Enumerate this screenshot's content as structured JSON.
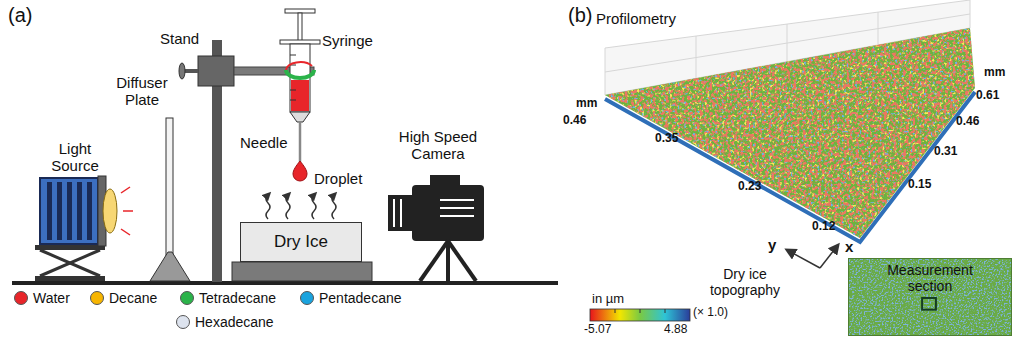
{
  "diagram": {
    "nodes": [
      {
        "text": [
          "Dry Ice"
        ]
      },
      {
        "text": [
          "Measurement section"
        ]
      }
    ],
    "labels": [
      "(a)",
      "Stand",
      "Syringe",
      "Diffuser Plate",
      "Needle",
      "Droplet",
      "Light Source",
      "High Speed Camera",
      "(b)",
      "Profilometry",
      "mm",
      "0.61",
      "0.46",
      "0.31",
      "0.15",
      "mm",
      "0.46",
      "0.35",
      "0.23",
      "0.12",
      "y",
      "x",
      "Dry ice topography",
      "in µm",
      "(× 1.0)",
      "-5.07",
      "4.88"
    ],
    "legend": [
      {
        "text": "Water",
        "color": "#e8252a"
      },
      {
        "text": "Decane",
        "color": "#f7b500"
      },
      {
        "text": "Tetradecane",
        "color": "#2bb34a"
      },
      {
        "text": "Pentadecane",
        "color": "#1aa3de"
      },
      {
        "text": "Hexadecane",
        "color": "#dde3ee"
      }
    ]
  }
}
